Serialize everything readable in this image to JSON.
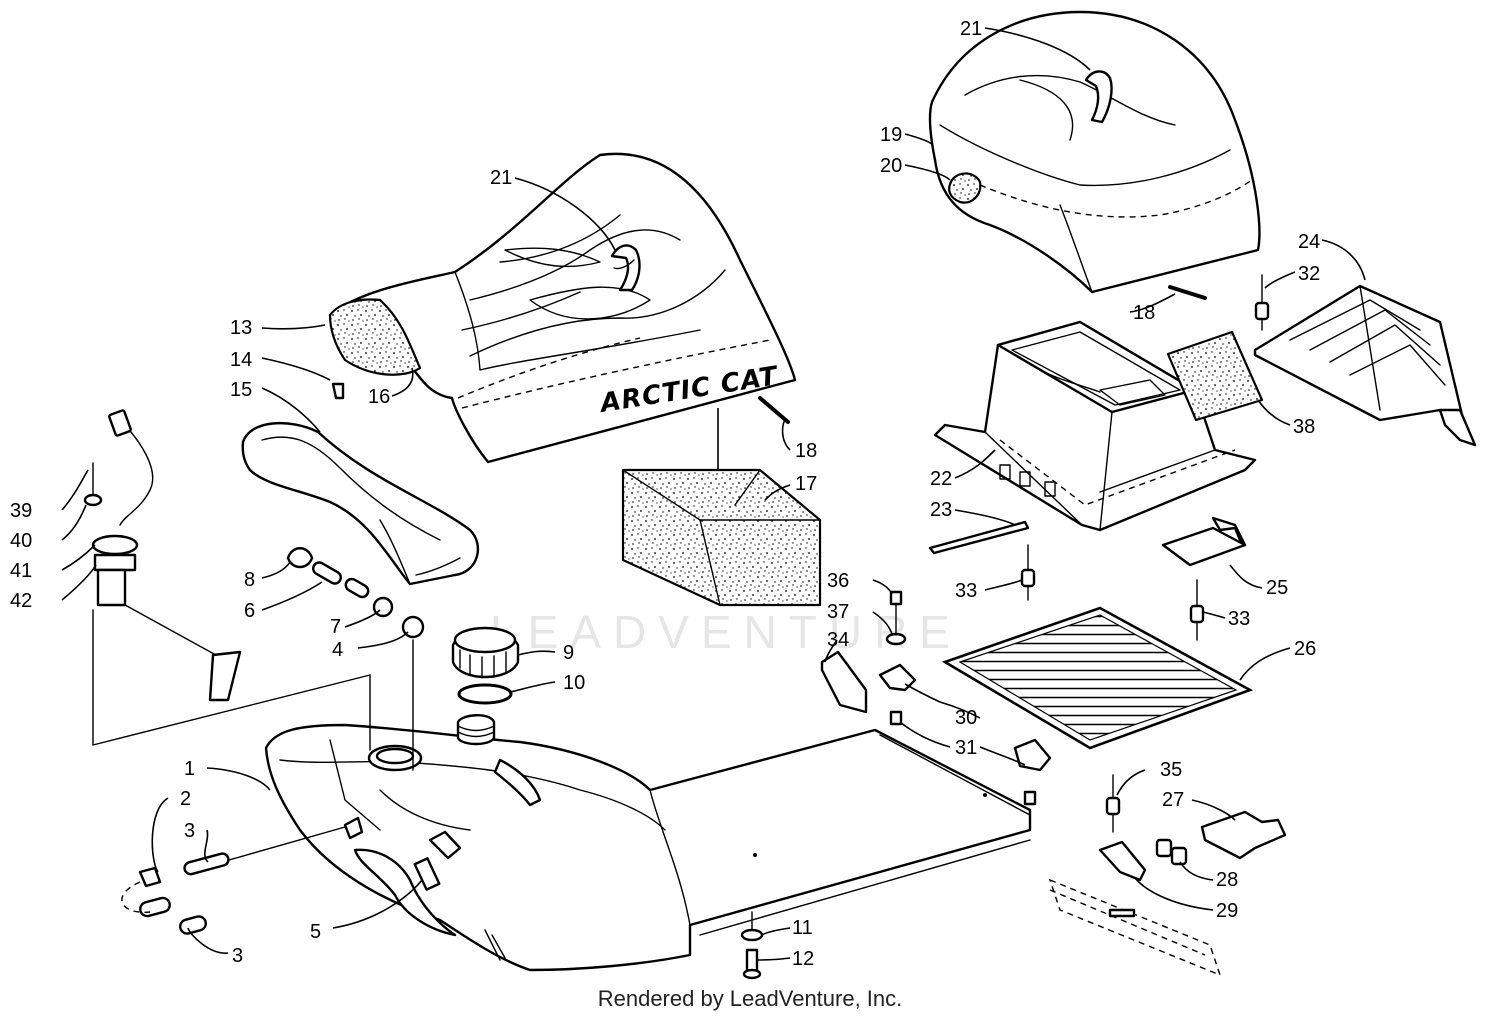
{
  "diagram": {
    "brand_mark": "ARCTIC CAT",
    "watermark": "LEADVENTURE",
    "credit": "Rendered by LeadVenture, Inc."
  },
  "callouts": [
    {
      "id": "c1",
      "text": "1"
    },
    {
      "id": "c2",
      "text": "2"
    },
    {
      "id": "c3a",
      "text": "3"
    },
    {
      "id": "c3b",
      "text": "3"
    },
    {
      "id": "c4",
      "text": "4"
    },
    {
      "id": "c5",
      "text": "5"
    },
    {
      "id": "c6",
      "text": "6"
    },
    {
      "id": "c7",
      "text": "7"
    },
    {
      "id": "c8",
      "text": "8"
    },
    {
      "id": "c9",
      "text": "9"
    },
    {
      "id": "c10",
      "text": "10"
    },
    {
      "id": "c11",
      "text": "11"
    },
    {
      "id": "c12",
      "text": "12"
    },
    {
      "id": "c13",
      "text": "13"
    },
    {
      "id": "c14",
      "text": "14"
    },
    {
      "id": "c15",
      "text": "15"
    },
    {
      "id": "c16",
      "text": "16"
    },
    {
      "id": "c17",
      "text": "17"
    },
    {
      "id": "c18a",
      "text": "18"
    },
    {
      "id": "c18b",
      "text": "18"
    },
    {
      "id": "c19",
      "text": "19"
    },
    {
      "id": "c20",
      "text": "20"
    },
    {
      "id": "c21a",
      "text": "21"
    },
    {
      "id": "c21b",
      "text": "21"
    },
    {
      "id": "c22",
      "text": "22"
    },
    {
      "id": "c23",
      "text": "23"
    },
    {
      "id": "c24",
      "text": "24"
    },
    {
      "id": "c25",
      "text": "25"
    },
    {
      "id": "c26",
      "text": "26"
    },
    {
      "id": "c27",
      "text": "27"
    },
    {
      "id": "c28",
      "text": "28"
    },
    {
      "id": "c29",
      "text": "29"
    },
    {
      "id": "c30",
      "text": "30"
    },
    {
      "id": "c31",
      "text": "31"
    },
    {
      "id": "c32",
      "text": "32"
    },
    {
      "id": "c33a",
      "text": "33"
    },
    {
      "id": "c33b",
      "text": "33"
    },
    {
      "id": "c34",
      "text": "34"
    },
    {
      "id": "c35",
      "text": "35"
    },
    {
      "id": "c36",
      "text": "36"
    },
    {
      "id": "c37",
      "text": "37"
    },
    {
      "id": "c38",
      "text": "38"
    },
    {
      "id": "c39",
      "text": "39"
    },
    {
      "id": "c40",
      "text": "40"
    },
    {
      "id": "c41",
      "text": "41"
    },
    {
      "id": "c42",
      "text": "42"
    }
  ]
}
